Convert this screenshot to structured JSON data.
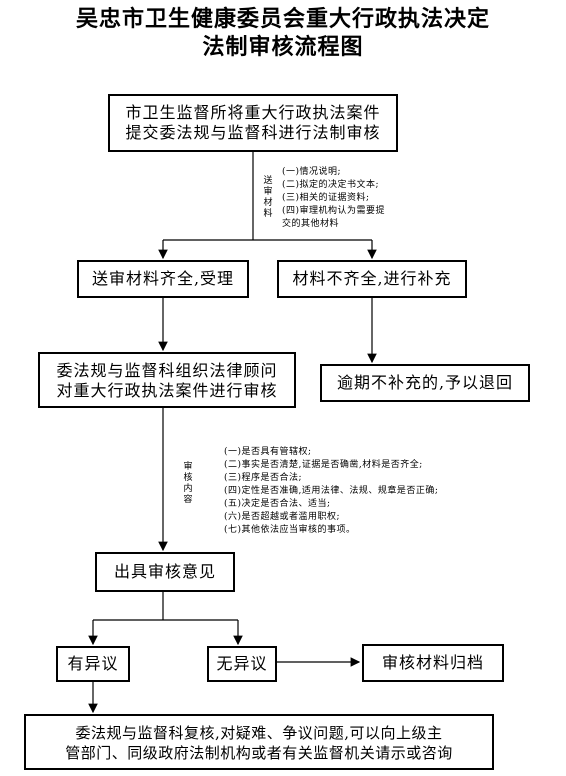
{
  "title": {
    "line1": "吴忠市卫生健康委员会重大行政执法决定",
    "line2": "法制审核流程图"
  },
  "boxes": {
    "submit_line1": "市卫生监督所将重大行政执法案件",
    "submit_line2": "提交委法规与监督科进行法制审核",
    "accept": "送审材料齐全,受理",
    "supplement": "材料不齐全,进行补充",
    "review_line1": "委法规与监督科组织法律顾问",
    "review_line2": "对重大行政执法案件进行审核",
    "overdue": "逾期不补充的,予以退回",
    "opinion": "出具审核意见",
    "objection": "有异议",
    "no_objection": "无异议",
    "archive": "审核材料归档",
    "recheck_line1": "委法规与监督科复核,对疑难、争议问题,可以向上级主",
    "recheck_line2": "管部门、同级政府法制机构或者有关监督机关请示或咨询"
  },
  "materials": {
    "label_chars": [
      "送",
      "审",
      "材",
      "料"
    ],
    "items": [
      "(一)情况说明;",
      "(二)拟定的决定书文本;",
      "(三)相关的证据资料;",
      "(四)审理机构认为需要提",
      "交的其他材料"
    ]
  },
  "review_content": {
    "label_chars": [
      "审",
      "核",
      "内",
      "容"
    ],
    "items": [
      "(一)是否具有管辖权;",
      "(二)事实是否清楚,证据是否确凿,材料是否齐全;",
      "(三)程序是否合法;",
      "(四)定性是否准确,适用法律、法规、规章是否正确;",
      "(五)决定是否合法、适当;",
      "(六)是否超越或者滥用职权;",
      "(七)其他依法应当审核的事项。"
    ]
  }
}
